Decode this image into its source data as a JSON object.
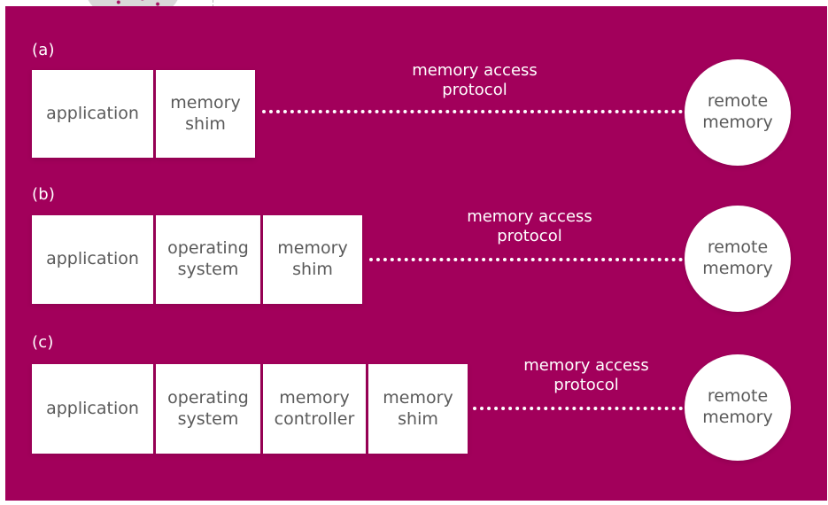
{
  "sections": [
    {
      "label": "(a)",
      "boxes": [
        "application",
        "memory\nshim"
      ],
      "protocol": "memory access\nprotocol",
      "remote": "remote\nmemory"
    },
    {
      "label": "(b)",
      "boxes": [
        "application",
        "operating\nsystem",
        "memory\nshim"
      ],
      "protocol": "memory access\nprotocol",
      "remote": "remote\nmemory"
    },
    {
      "label": "(c)",
      "boxes": [
        "application",
        "operating\nsystem",
        "memory\ncontroller",
        "memory\nshim"
      ],
      "protocol": "memory access\nprotocol",
      "remote": "remote\nmemory"
    }
  ],
  "colors": {
    "panel_background": "#a2005b",
    "box_fill": "#ffffff",
    "text_dark": "#5a5a5a",
    "text_light": "#ffffff"
  }
}
